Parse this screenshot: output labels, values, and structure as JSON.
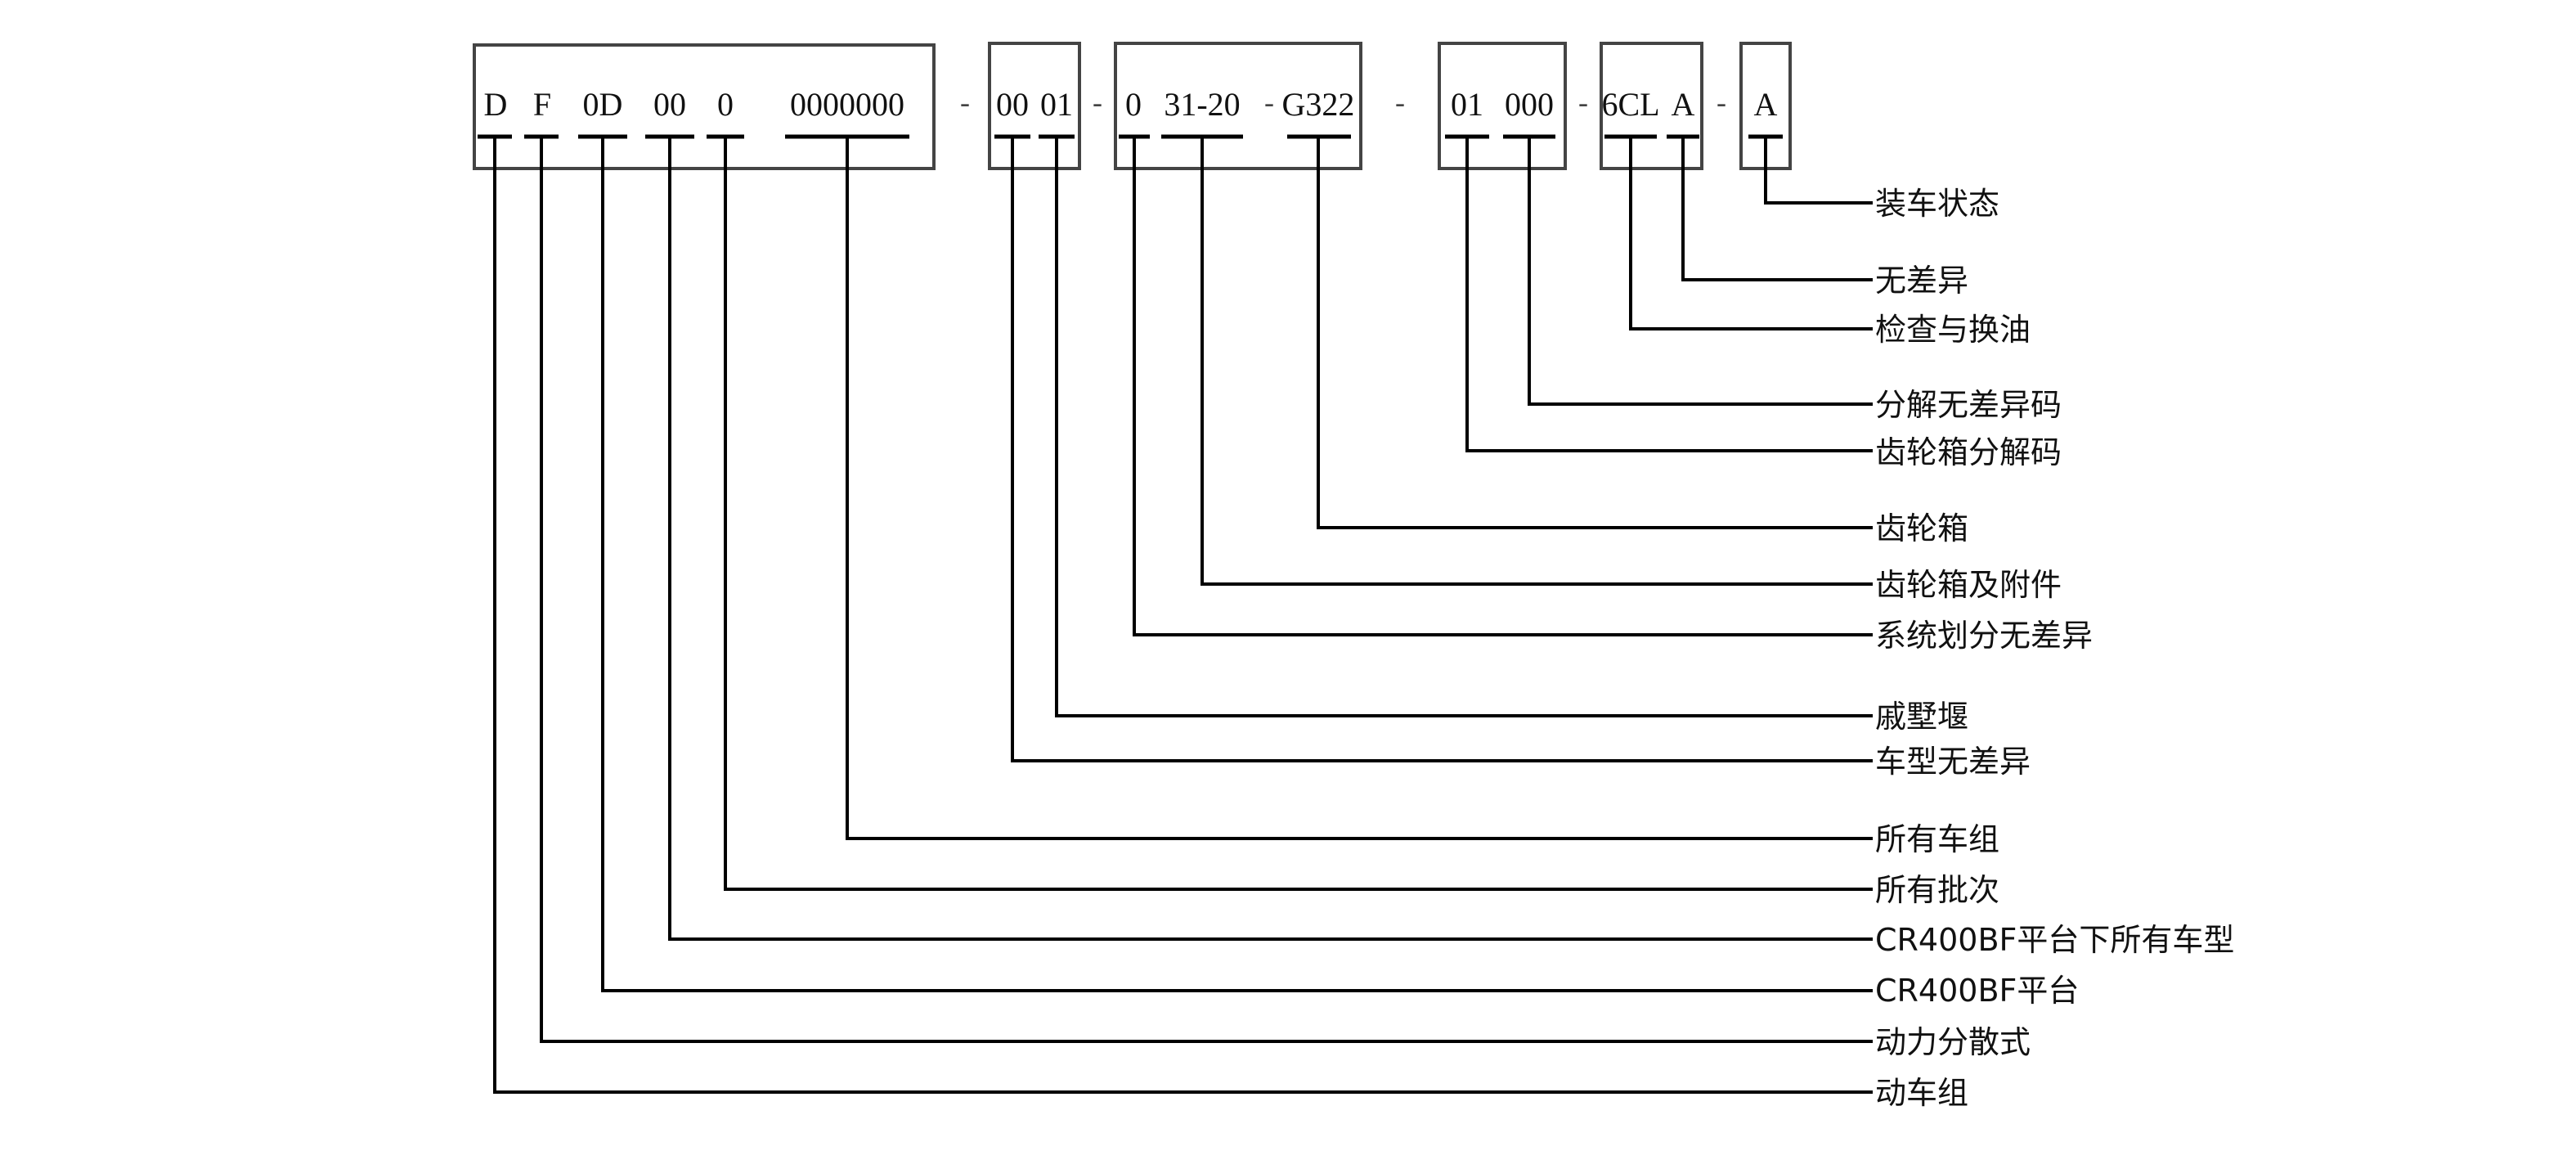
{
  "diagram": {
    "boxes": [
      {
        "segments": [
          {
            "code": "D",
            "label": "动车组"
          },
          {
            "code": "F",
            "label": "动力分散式"
          },
          {
            "code": "0D",
            "label": "CR400BF平台"
          },
          {
            "code": "00",
            "label": "CR400BF平台下所有车型"
          },
          {
            "code": "0",
            "label": "所有批次"
          },
          {
            "code": "0000000",
            "label": "所有车组"
          }
        ]
      },
      {
        "segments": [
          {
            "code": "00",
            "label": "车型无差异"
          },
          {
            "code": "01",
            "label": "戚墅堰"
          }
        ]
      },
      {
        "segments": [
          {
            "code": "0",
            "label": "系统划分无差异"
          },
          {
            "code": "31-20",
            "label": "齿轮箱及附件"
          },
          {
            "code": "G322",
            "label": "齿轮箱"
          }
        ],
        "inner_separator": "-"
      },
      {
        "segments": [
          {
            "code": "01",
            "label": "齿轮箱分解码"
          },
          {
            "code": "000",
            "label": "分解无差异码"
          }
        ]
      },
      {
        "segments": [
          {
            "code": "6CL",
            "label": "检查与换油"
          },
          {
            "code": "A",
            "label": "无差异"
          }
        ]
      },
      {
        "segments": [
          {
            "code": "A",
            "label": "装车状态"
          }
        ]
      }
    ],
    "separator": "-"
  }
}
